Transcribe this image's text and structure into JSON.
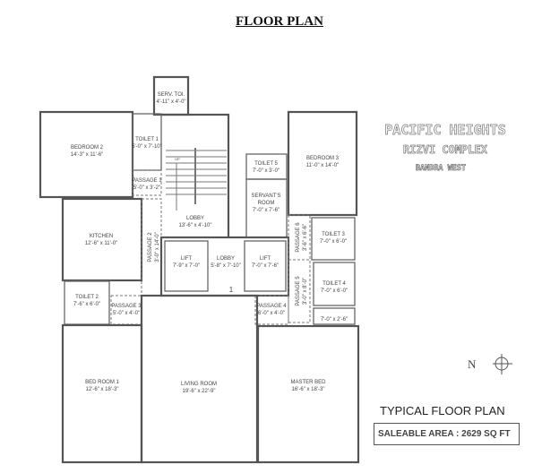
{
  "title": "FLOOR PLAN",
  "project": {
    "name": "PACIFIC HEIGHTS",
    "complex": "RIZVI COMPLEX",
    "location": "BANDRA WEST"
  },
  "plan_label": "TYPICAL  FLOOR PLAN",
  "saleable_area": "SALEABLE AREA  :  2629 SQ FT",
  "north_label": "N",
  "stair_label": "UP",
  "lobby_marker": "1",
  "rooms": [
    {
      "name": "SERV. TOI.",
      "size": "4'-11\" x 4'-0\""
    },
    {
      "name": "BEDROOM 2",
      "size": "14'-3\" x 11'-6\""
    },
    {
      "name": "TOILET 1",
      "size": "5'-0\" x 7'-10\""
    },
    {
      "name": "PASSAGE 1",
      "size": "5'-0\" x 3'-2\""
    },
    {
      "name": "LOBBY",
      "size": "13'-6\" x 4'-10\""
    },
    {
      "name": "TOILET 5",
      "size": "7'-0\" x 3'-0\""
    },
    {
      "name": "SERVANT'S ROOM",
      "size": "7'-0\" x 7'-6\""
    },
    {
      "name": "BEDROOM 3",
      "size": "11'-0\" x 14'-0\""
    },
    {
      "name": "KITCHEN",
      "size": "12'-6\" x 11'-0\""
    },
    {
      "name": "PASSAGE 2",
      "size": "3'-0\" x 14'-0\""
    },
    {
      "name": "LIFT",
      "size": "7'-9\" x 7'-0\""
    },
    {
      "name": "LOBBY",
      "size": "5'-8\" x 7'-10\""
    },
    {
      "name": "LIFT",
      "size": "7'-0\" x 7'-6\""
    },
    {
      "name": "PASSAGE 6",
      "size": "3'-6\" x 6'-6\""
    },
    {
      "name": "TOILET 3",
      "size": "7'-0\" x 6'-0\""
    },
    {
      "name": "PASSAGE 5",
      "size": "3'-0\" x 8'-0\""
    },
    {
      "name": "TOILET 4",
      "size": "7'-0\" x 6'-0\""
    },
    {
      "name": "",
      "size": "7'-0\" x 2'-6\""
    },
    {
      "name": "TOILET 2",
      "size": "7'-6\" x 6'-0\""
    },
    {
      "name": "PASSAGE 3",
      "size": "5'-0\" x 4'-0\""
    },
    {
      "name": "PASSAGE 4",
      "size": "6'-0\" x 4'-0\""
    },
    {
      "name": "BED ROOM 1",
      "size": "12'-6\" x 18'-3\""
    },
    {
      "name": "LIVING ROOM",
      "size": "19'-6\" x 22'-9\""
    },
    {
      "name": "MASTER BED",
      "size": "16'-6\" x 18'-3\""
    }
  ]
}
